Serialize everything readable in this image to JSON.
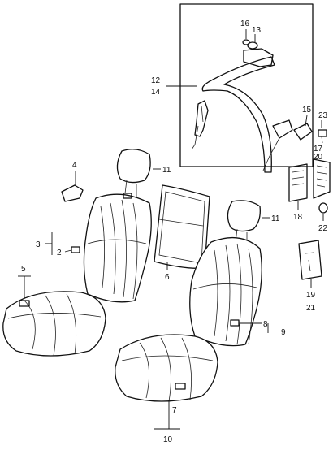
{
  "diagram": {
    "callouts": [
      {
        "id": "c16",
        "text": "16"
      },
      {
        "id": "c13",
        "text": "13"
      },
      {
        "id": "c12",
        "text": "12"
      },
      {
        "id": "c14",
        "text": "14"
      },
      {
        "id": "c15",
        "text": "15"
      },
      {
        "id": "c23",
        "text": "23"
      },
      {
        "id": "c17",
        "text": "17"
      },
      {
        "id": "c20",
        "text": "20"
      },
      {
        "id": "c11a",
        "text": "11"
      },
      {
        "id": "c4",
        "text": "4"
      },
      {
        "id": "c11b",
        "text": "11"
      },
      {
        "id": "c18",
        "text": "18"
      },
      {
        "id": "c22",
        "text": "22"
      },
      {
        "id": "c3",
        "text": "3"
      },
      {
        "id": "c2",
        "text": "2"
      },
      {
        "id": "c6",
        "text": "6"
      },
      {
        "id": "c5",
        "text": "5"
      },
      {
        "id": "c19",
        "text": "19"
      },
      {
        "id": "c21",
        "text": "21"
      },
      {
        "id": "c8",
        "text": "8"
      },
      {
        "id": "c9",
        "text": "9"
      },
      {
        "id": "c7",
        "text": "7"
      },
      {
        "id": "c10",
        "text": "10"
      }
    ]
  }
}
